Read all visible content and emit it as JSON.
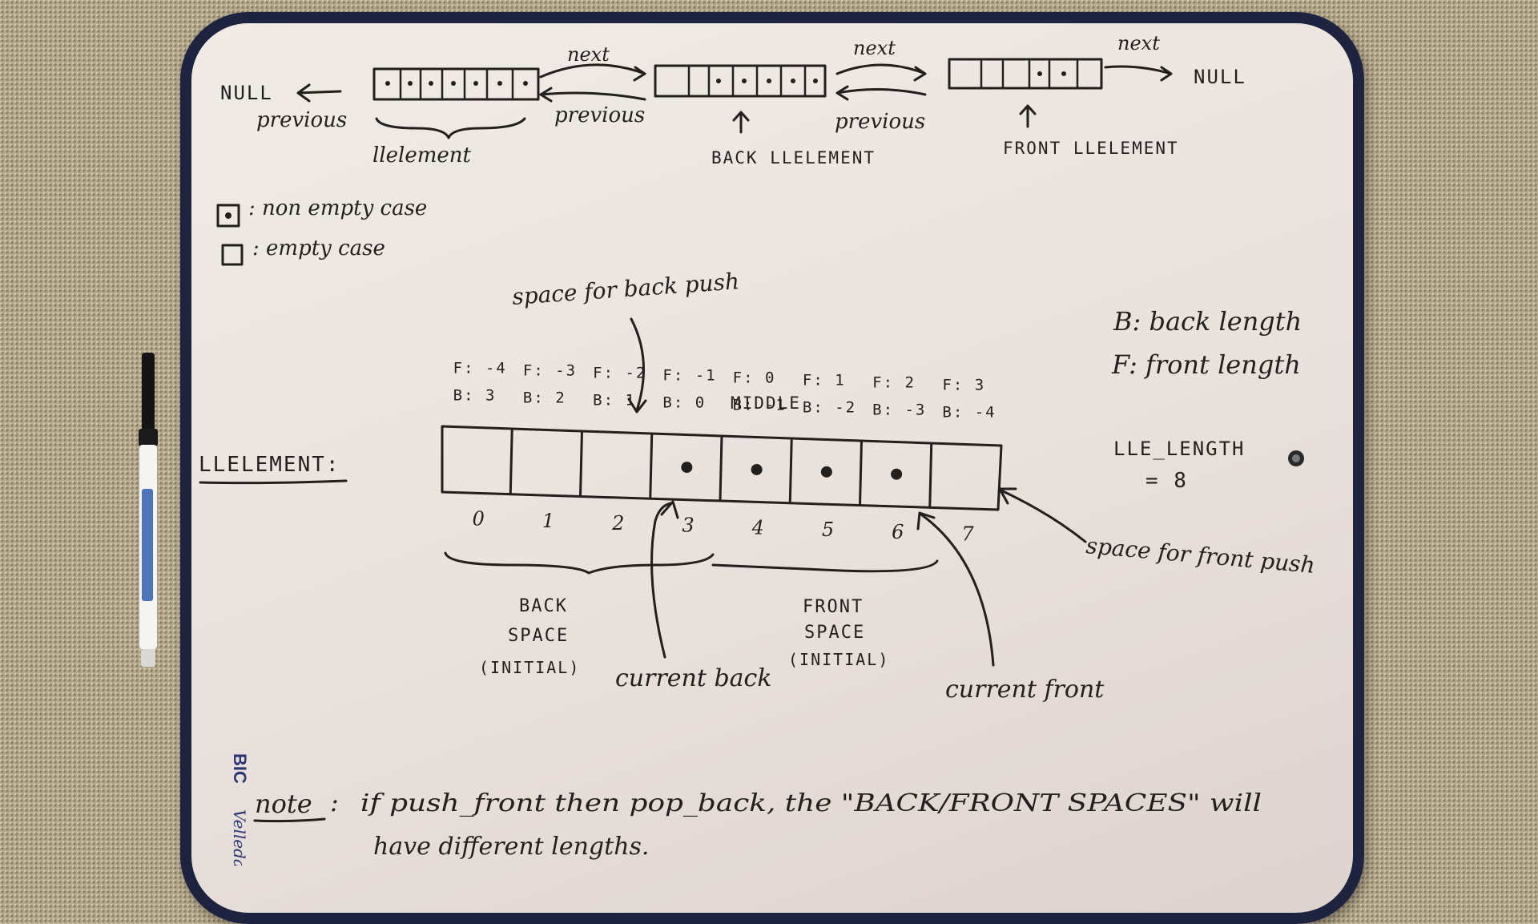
{
  "top_chain": {
    "null_left": "NULL",
    "null_right": "NULL",
    "next_labels": [
      "next",
      "next",
      "next"
    ],
    "previous_labels": [
      "previous",
      "previous",
      "previous"
    ],
    "llelement_label": "llelement",
    "back_label": "BACK LLELEMENT",
    "front_label": "FRONT LLELEMENT"
  },
  "legend": {
    "non_empty": ": non empty case",
    "empty": ": empty case"
  },
  "definitions": {
    "b": "B: back length",
    "f": "F: front length",
    "lle_length_1": "LLE_LENGTH",
    "lle_length_2": "= 8"
  },
  "array": {
    "title": "LLELEMENT:",
    "space_back_push": "space for back push",
    "space_front_push": "space for front push",
    "middle": "MIDDLE",
    "cells": [
      {
        "index": "0",
        "f": "F: -4",
        "b": "B: 3",
        "filled": false
      },
      {
        "index": "1",
        "f": "F: -3",
        "b": "B: 2",
        "filled": false
      },
      {
        "index": "2",
        "f": "F: -2",
        "b": "B: 1",
        "filled": false
      },
      {
        "index": "3",
        "f": "F: -1",
        "b": "B: 0",
        "filled": true
      },
      {
        "index": "4",
        "f": "F: 0",
        "b": "B: -1",
        "filled": true
      },
      {
        "index": "5",
        "f": "F: 1",
        "b": "B: -2",
        "filled": true
      },
      {
        "index": "6",
        "f": "F: 2",
        "b": "B: -3",
        "filled": true
      },
      {
        "index": "7",
        "f": "F: 3",
        "b": "B: -4",
        "filled": false
      }
    ],
    "back_space": [
      "BACK",
      "SPACE",
      "(INITIAL)"
    ],
    "front_space": [
      "FRONT",
      "SPACE",
      "(INITIAL)"
    ],
    "current_back": "current back",
    "current_front": "current front"
  },
  "note": {
    "label": "note",
    "colon": ":",
    "line1": "if push_front then pop_back, the \"BACK/FRONT SPACES\" will",
    "line2": "have different lengths."
  },
  "brand": {
    "logo": "BIC",
    "text": "Velleda"
  }
}
